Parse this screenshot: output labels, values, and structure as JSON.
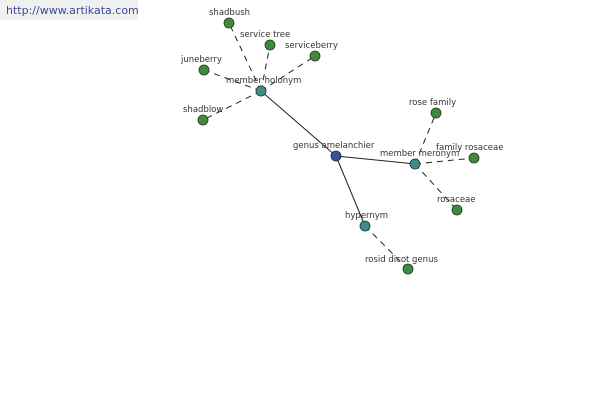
{
  "url": "http://www.artikata.com",
  "colors": {
    "center": "#3a4fa0",
    "relation": "#3f8a8a",
    "leaf": "#3f8a3f",
    "edge": "#222222"
  },
  "graph": {
    "center": {
      "id": "genus",
      "label": "genus amelanchier"
    },
    "relations": [
      {
        "id": "holonym",
        "label": "member holonym"
      },
      {
        "id": "meronym",
        "label": "member meronym"
      },
      {
        "id": "hypernym",
        "label": "hypernym"
      }
    ],
    "leaves": [
      {
        "id": "shadbush",
        "label": "shadbush",
        "parent": "holonym"
      },
      {
        "id": "service-tree",
        "label": "service tree",
        "parent": "holonym"
      },
      {
        "id": "serviceberry",
        "label": "serviceberry",
        "parent": "holonym"
      },
      {
        "id": "juneberry",
        "label": "juneberry",
        "parent": "holonym"
      },
      {
        "id": "shadblow",
        "label": "shadblow",
        "parent": "holonym"
      },
      {
        "id": "rose-family",
        "label": "rose family",
        "parent": "meronym"
      },
      {
        "id": "family-rosaceae",
        "label": "family rosaceae",
        "parent": "meronym"
      },
      {
        "id": "rosaceae",
        "label": "rosaceae",
        "parent": "meronym"
      },
      {
        "id": "rosid-dicot-genus",
        "label": "rosid dicot genus",
        "parent": "hypernym"
      }
    ]
  }
}
